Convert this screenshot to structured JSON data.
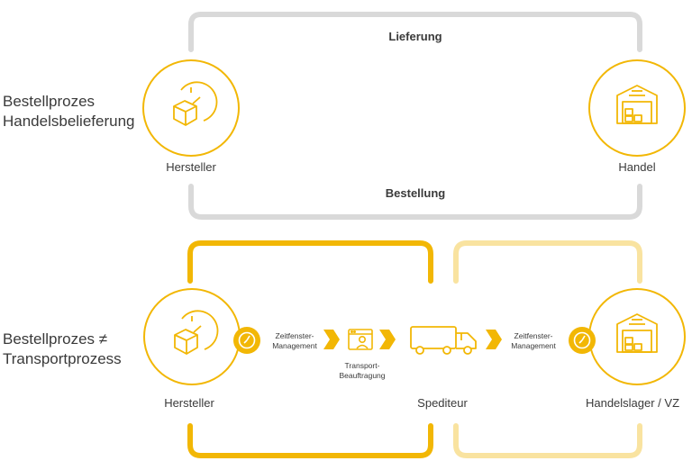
{
  "colors": {
    "grey_loop": "#d9d9d9",
    "yellow": "#f2b705",
    "yellow_light": "#f9e3a0",
    "text": "#3a3a3a"
  },
  "section1": {
    "title_line1": "Bestellprozes",
    "title_line2": "Handelsbelieferung",
    "top_flow_label": "Lieferung",
    "bottom_flow_label": "Bestellung",
    "left_node": {
      "label": "Hersteller",
      "icon": "box-clock-icon"
    },
    "right_node": {
      "label": "Handel",
      "icon": "warehouse-icon"
    }
  },
  "section2": {
    "title_line1": "Bestellprozes ≠",
    "title_line2": "Transportprozess",
    "left_node": {
      "label": "Hersteller",
      "icon": "box-clock-icon"
    },
    "middle_node": {
      "label": "Spediteur",
      "icon": "truck-icon"
    },
    "right_node": {
      "label": "Handelslager / VZ",
      "icon": "warehouse-icon"
    },
    "zeitfenster_left": {
      "line1": "Zeitfenster-",
      "line2": "Management",
      "icon": "clock-icon"
    },
    "transport": {
      "line1": "Transport-",
      "line2": "Beauftragung",
      "icon": "transport-order-icon"
    },
    "zeitfenster_right": {
      "line1": "Zeitfenster-",
      "line2": "Management",
      "icon": "clock-icon"
    }
  }
}
